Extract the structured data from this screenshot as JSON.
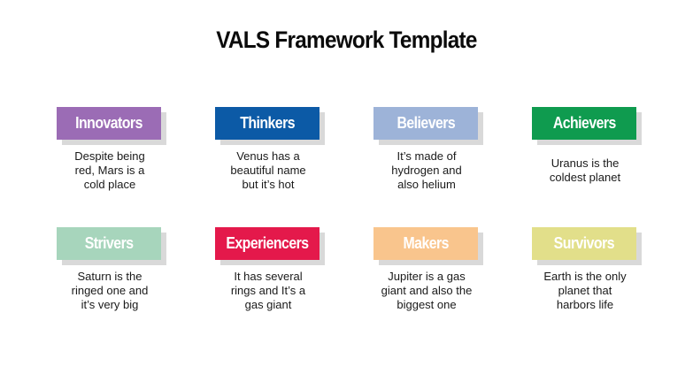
{
  "title": "VALS Framework Template",
  "segments": [
    {
      "name": "Innovators",
      "color": "#9b6cb5",
      "description": "Despite being\nred, Mars is a\ncold place"
    },
    {
      "name": "Thinkers",
      "color": "#0c5aa6",
      "description": "Venus has a\nbeautiful name\nbut it’s hot"
    },
    {
      "name": "Believers",
      "color": "#9db3d8",
      "description": "It’s made of\nhydrogen and\nalso helium"
    },
    {
      "name": "Achievers",
      "color": "#0f9b4f",
      "description": "Uranus is the\ncoldest planet"
    },
    {
      "name": "Strivers",
      "color": "#a7d5bc",
      "description": "Saturn is  the\nringed one and\nit’s very big"
    },
    {
      "name": "Experiencers",
      "color": "#e4194b",
      "description": "It has several\nrings and It’s a\ngas giant"
    },
    {
      "name": "Makers",
      "color": "#f9c58d",
      "description": "Jupiter is a gas\ngiant and also the\nbiggest one"
    },
    {
      "name": "Survivors",
      "color": "#e2df8a",
      "description": "Earth is the only\nplanet that\nharbors life"
    }
  ]
}
